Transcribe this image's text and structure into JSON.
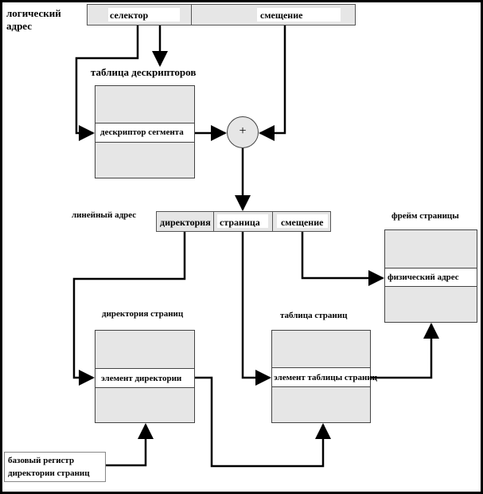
{
  "logical_address": {
    "line1": "логический",
    "line2": "адрес"
  },
  "top_register": {
    "selector": "селектор",
    "offset": "смещение"
  },
  "descriptor_table": {
    "title": "таблица дескрипторов",
    "row": "дескриптор сегмента"
  },
  "adder": {
    "symbol": "+"
  },
  "linear_address": {
    "label": "линейный адрес",
    "directory": "директория",
    "page": "страница",
    "offset": "смещение"
  },
  "page_frame": {
    "title": "фрейм страницы",
    "row": "физический адрес"
  },
  "page_directory": {
    "title": "директория страниц",
    "row": "элемент директории"
  },
  "page_table": {
    "title": "таблица страниц",
    "row": "элемент таблицы страниц"
  },
  "base_register": {
    "line1": "базовый регистр",
    "line2": "директории страниц"
  }
}
